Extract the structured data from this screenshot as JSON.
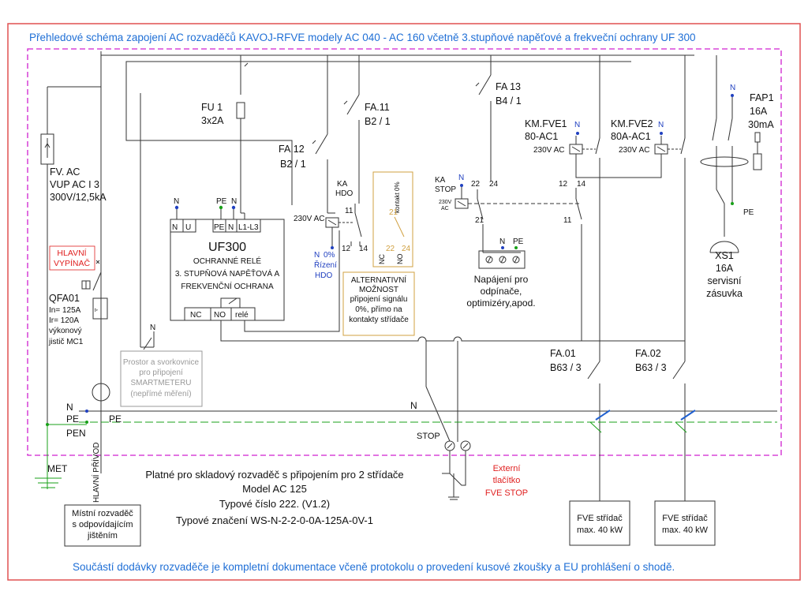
{
  "header": {
    "title": "Přehledové schéma zapojení AC rozvaděčů KAVOJ-RFVE modely AC 040 - AC 160 včetně 3.stupňové napěťové a frekveční ochrany UF 300"
  },
  "footer": {
    "note": "Součástí dodávky rozvaděče je kompletní dokumentace včeně protokolu o provedení kusové zkoušky a EU prohlášení o shodě."
  },
  "spd": {
    "l1": "FV. AC",
    "l2": "VUP AC I 3",
    "l3": "300V/12,5kA"
  },
  "main_switch": {
    "l1": "HLAVNÍ",
    "l2": "VYPÍNAČ"
  },
  "qfa01": {
    "l1": "QFA01",
    "l2": "In= 125A",
    "l3": "Ir=  120A",
    "l4": "výkonový",
    "l5": "jistič MC1"
  },
  "fu1": {
    "l1": "FU 1",
    "l2": "3x2A"
  },
  "fa11": {
    "l1": "FA.11",
    "l2": "B2 / 1"
  },
  "fa12": {
    "l1": "FA.12",
    "l2": "B2 / 1"
  },
  "fa13": {
    "l1": "FA 13",
    "l2": "B4 / 1"
  },
  "km1": {
    "l1": "KM.FVE1",
    "l2": "80-AC1",
    "coil": "230V AC",
    "n": "N"
  },
  "km2": {
    "l1": "KM.FVE2",
    "l2": "80A-AC1",
    "coil": "230V AC",
    "n": "N"
  },
  "fap1": {
    "l1": "FAP1",
    "l2": "16A",
    "l3": "30mA",
    "n": "N"
  },
  "uf300": {
    "title": "UF300",
    "l1": "OCHRANNÉ RELÉ",
    "l2": "3. STUPŇOVÁ NAPĚŤOVÁ A",
    "l3": "FREKVENČNÍ OCHRANA",
    "t_n": "N",
    "t_u": "U",
    "t_pe": "PE",
    "t_n2": "N",
    "t_l": "L1-L3",
    "b_nc": "NC",
    "b_no": "NO",
    "b_rele": "relé",
    "top_n": "N",
    "top_pe": "PE",
    "top_n2": "N"
  },
  "ka_hdo": {
    "l1": "KA",
    "l2": "HDO",
    "coil": "230V AC",
    "n": "N",
    "pct": "0%",
    "r1": "Řízení",
    "r2": "HDO",
    "c11": "11",
    "c12": "12",
    "c14": "14"
  },
  "alt": {
    "contact_label": "kontakt 0%",
    "c21": "21",
    "c22": "22",
    "c24": "24",
    "nc": "NC",
    "no": "NO",
    "l1": "ALTERNATIVNÍ",
    "l2": "MOŽNOST",
    "l3": "připojení signálu",
    "l4": "0%, přímo na",
    "l5": "kontakty střídače"
  },
  "ka_stop": {
    "l1": "KA",
    "l2": "STOP",
    "n": "N",
    "coil1": "230V",
    "coil2": "AC",
    "c22": "22",
    "c24": "24",
    "c21": "21",
    "c12": "12",
    "c14": "14",
    "c11": "11"
  },
  "supply": {
    "n": "N",
    "pe": "PE",
    "l1": "Napájení pro",
    "l2": "odpínače,",
    "l3": "optimizéry,apod."
  },
  "xs1": {
    "l1": "XS1",
    "l2": "16A",
    "l3": "servisní",
    "l4": "zásuvka",
    "pe": "PE"
  },
  "smart": {
    "n": "N",
    "l1": "Prostor a svorkovnice",
    "l2": "pro připojení",
    "l3": "SMARTMETERU",
    "l4": "(nepřímé měření)"
  },
  "fa01": {
    "l1": "FA.01",
    "l2": "B63 / 3"
  },
  "fa02": {
    "l1": "FA.02",
    "l2": "B63 / 3"
  },
  "busbars": {
    "n_left": "N",
    "pe_left": "PE",
    "pen": "PEN",
    "pe_mid": "PE",
    "n_mid": "N"
  },
  "bottom": {
    "met": "MET",
    "hlavni_privod": "HLAVNÍ PŘÍVOD",
    "local1": "Místní rozvaděč",
    "local2": "s odpovídajícím",
    "local3": "jištěním",
    "stop": "STOP",
    "ext1": "Externí",
    "ext2": "tlačítko",
    "ext3": "FVE STOP",
    "info1": "Platné pro skladový rozvaděč s připojením pro 2 střídače",
    "info2": "Model AC 125",
    "info3": "Typové číslo 222. (V1.2)",
    "info4": "Typové značení WS-N-2-2-0-0A-125A-0V-1",
    "inv1_l1": "FVE střídač",
    "inv1_l2": "max. 40 kW",
    "inv2_l1": "FVE střídač",
    "inv2_l2": "max. 40 kW"
  },
  "colors": {
    "blue_title": "#1f6fd6",
    "red": "#e02020",
    "magenta": "#d020d0",
    "green": "#18a018",
    "wire": "#333333",
    "frame_red": "#e05050"
  }
}
